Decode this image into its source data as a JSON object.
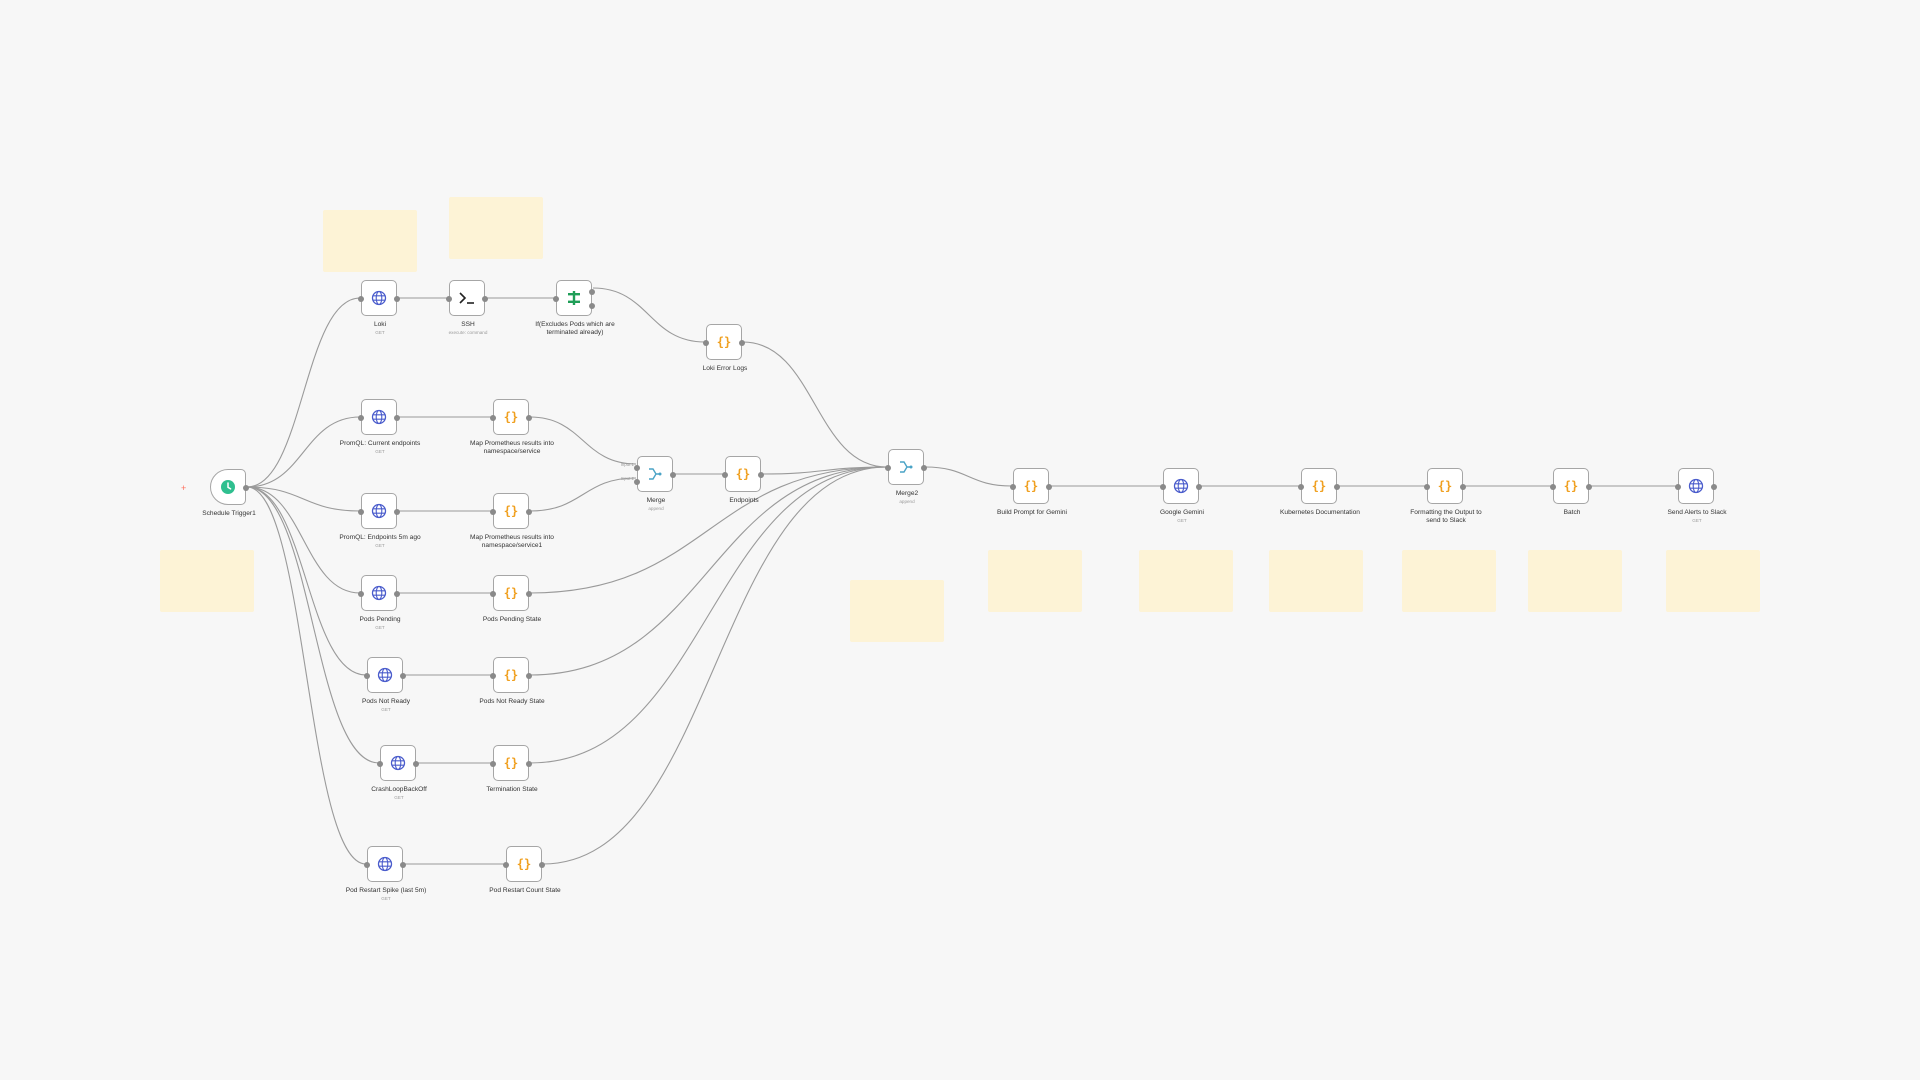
{
  "workflow": {
    "nodes": {
      "schedule": {
        "label": "Schedule Trigger1",
        "icon": "clock-icon"
      },
      "loki": {
        "label": "Loki",
        "sub": "GET",
        "icon": "globe-icon"
      },
      "ssh": {
        "label": "SSH",
        "sub": "execute: command",
        "icon": "terminal-icon"
      },
      "if_node": {
        "label": "If(Excludes Pods which are terminated already)",
        "icon": "if-icon"
      },
      "loki_error": {
        "label": "Loki Error Logs",
        "icon": "code-icon"
      },
      "promql_current": {
        "label": "PromQL: Current endpoints",
        "sub": "GET",
        "icon": "globe-icon"
      },
      "map_prom": {
        "label": "Map Prometheus results into namespace/service",
        "icon": "code-icon"
      },
      "promql_5m": {
        "label": "PromQL: Endpoints 5m ago",
        "sub": "GET",
        "icon": "globe-icon"
      },
      "map_prom1": {
        "label": "Map Prometheus results into namespace/service1",
        "icon": "code-icon"
      },
      "merge": {
        "label": "Merge",
        "sub": "append",
        "input1": "Input 1",
        "input2": "Input 2",
        "icon": "merge-icon"
      },
      "endpoints": {
        "label": "Endpoints",
        "icon": "code-icon"
      },
      "merge2": {
        "label": "Merge2",
        "sub": "append",
        "icon": "merge-icon"
      },
      "pods_pending": {
        "label": "Pods Pending",
        "sub": "GET",
        "icon": "globe-icon"
      },
      "pods_pending_state": {
        "label": "Pods Pending State",
        "icon": "code-icon"
      },
      "pods_not_ready": {
        "label": "Pods Not Ready",
        "sub": "GET",
        "icon": "globe-icon"
      },
      "pods_not_ready_state": {
        "label": "Pods Not Ready State",
        "icon": "code-icon"
      },
      "crashloop": {
        "label": "CrashLoopBackOff",
        "sub": "GET",
        "icon": "globe-icon"
      },
      "termination": {
        "label": "Termination State",
        "icon": "code-icon"
      },
      "pod_restart": {
        "label": "Pod Restart Spike (last 5m)",
        "sub": "GET",
        "icon": "globe-icon"
      },
      "pod_restart_count": {
        "label": "Pod Restart Count State",
        "icon": "code-icon"
      },
      "build_prompt": {
        "label": "Build Prompt for Gemini",
        "icon": "code-icon"
      },
      "google_gemini": {
        "label": "Google Gemini",
        "sub": "GET",
        "icon": "globe-icon"
      },
      "k8s_docs": {
        "label": "Kubernetes Documentation",
        "icon": "code-icon"
      },
      "formatting": {
        "label": "Formatting the Output to send to Slack",
        "icon": "code-icon"
      },
      "batch": {
        "label": "Batch",
        "icon": "code-icon"
      },
      "slack": {
        "label": "Send Alerts to Slack",
        "sub": "GET",
        "icon": "globe-icon"
      }
    },
    "colors": {
      "canvas": "#f7f7f7",
      "sticky": "#fdf3d6",
      "edge": "#9a9a9a",
      "globe": "#4a5ccc",
      "code": "#f0a020",
      "trigger": "#2fbf8f",
      "merge": "#4aa3c6",
      "if": "#1f9e57"
    }
  }
}
